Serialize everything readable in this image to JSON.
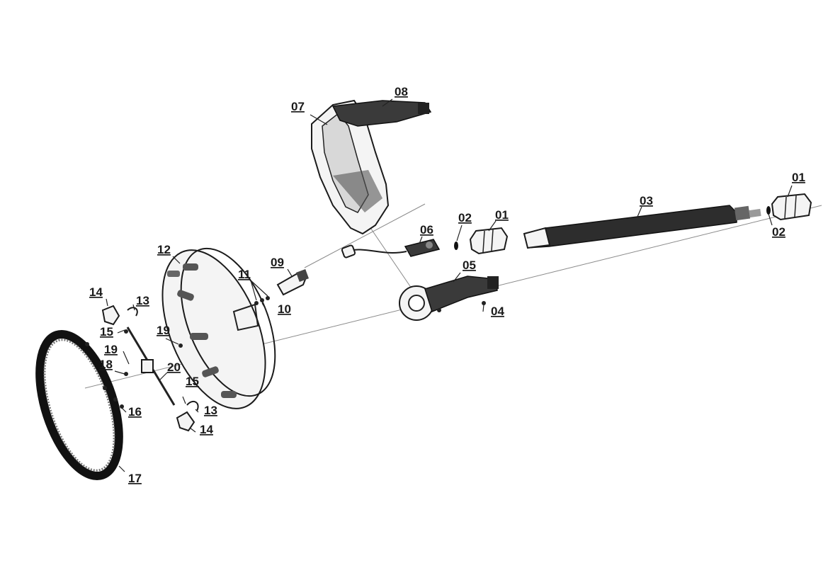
{
  "diagram": {
    "labels": {
      "l01a": "01",
      "l01b": "01",
      "l02a": "02",
      "l02b": "02",
      "l03": "03",
      "l04": "04",
      "l05": "05",
      "l06": "06",
      "l07": "07",
      "l08": "08",
      "l09": "09",
      "l10": "10",
      "l11": "11",
      "l12": "12",
      "l13a": "13",
      "l13b": "13",
      "l14a": "14",
      "l14b": "14",
      "l15a": "15",
      "l15b": "15",
      "l16": "16",
      "l17": "17",
      "l18": "18",
      "l19a": "19",
      "l19b": "19",
      "l20": "20"
    }
  }
}
